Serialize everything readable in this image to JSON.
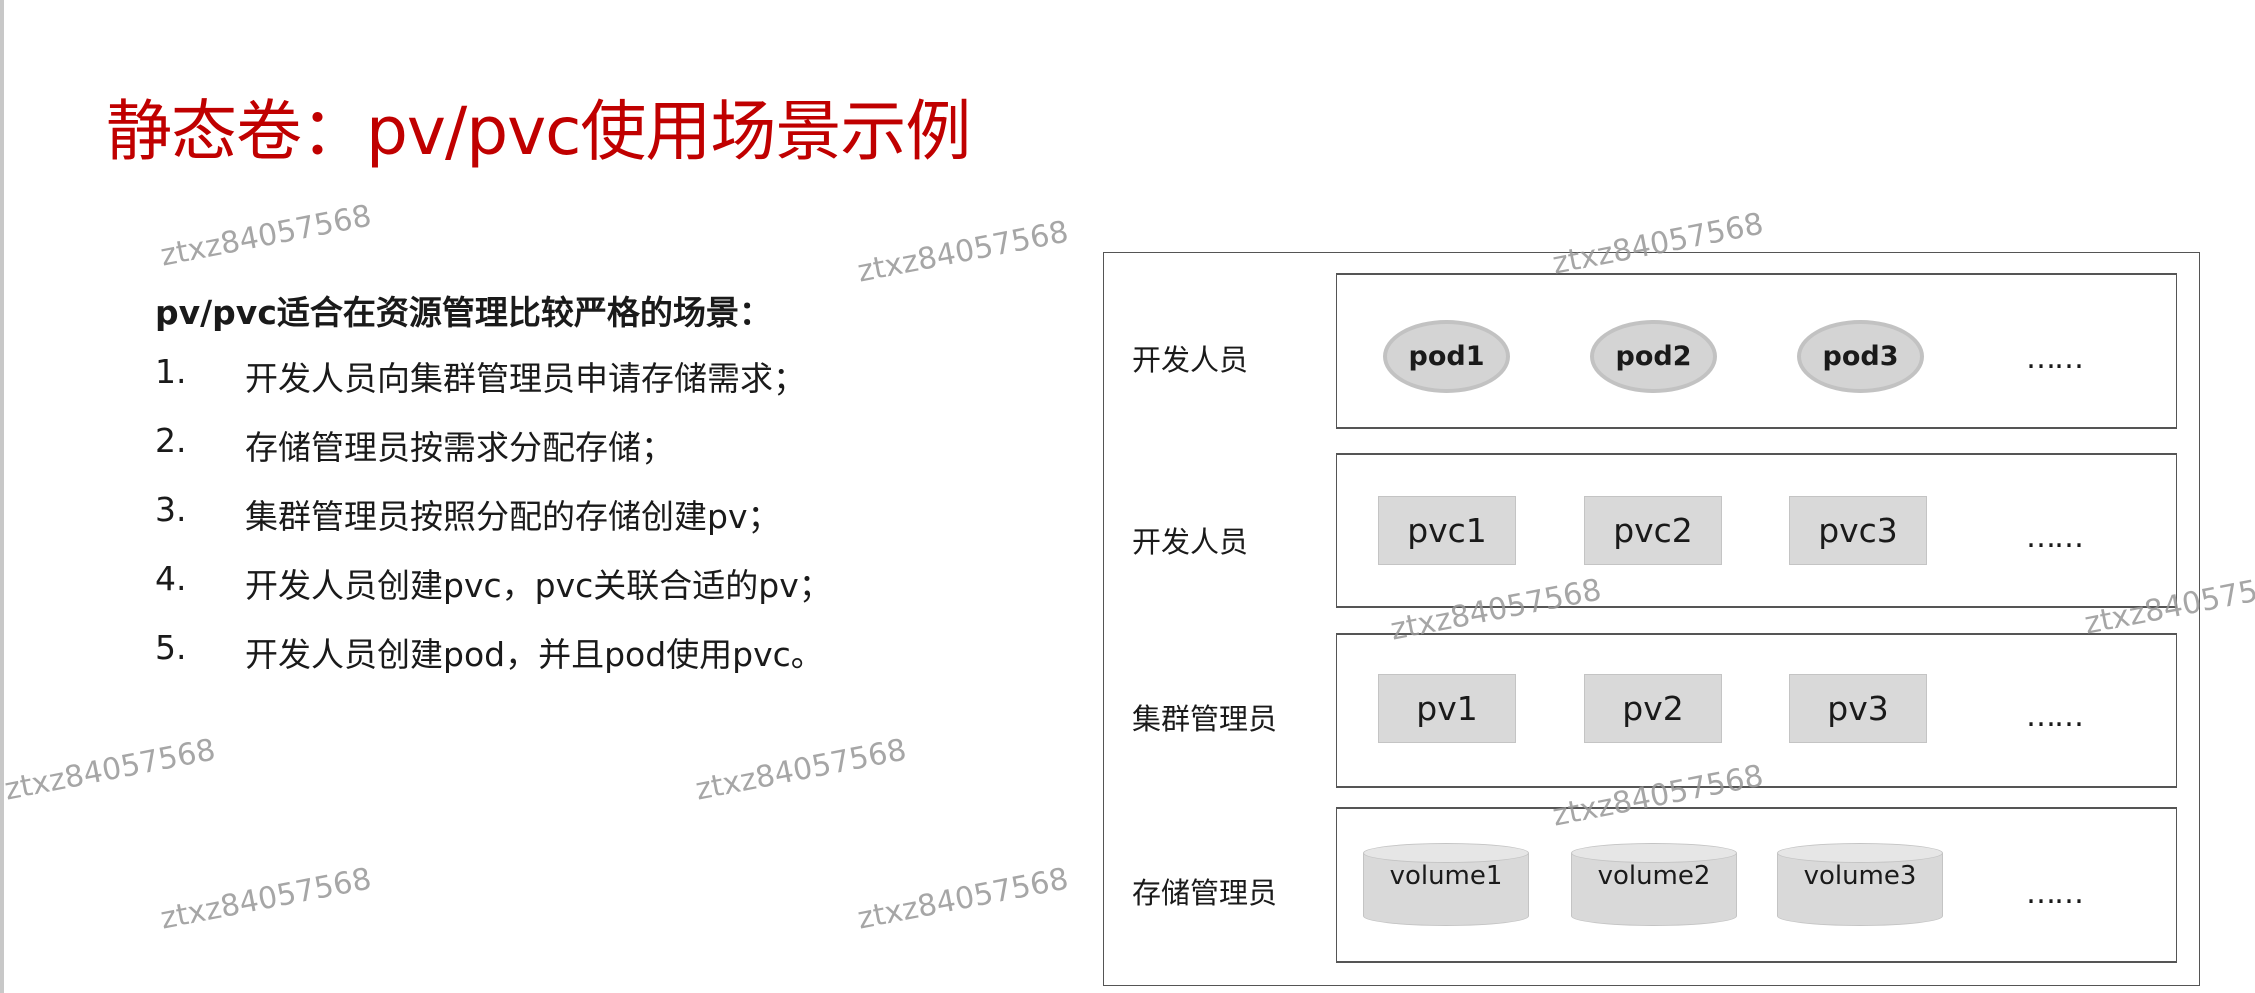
{
  "title": "静态卷：pv/pvc使用场景示例",
  "intro": {
    "heading": "pv/pvc适合在资源管理比较严格的场景：",
    "items": [
      {
        "num": "1.",
        "text": "开发人员向集群管理员申请存储需求；"
      },
      {
        "num": "2.",
        "text": "存储管理员按需求分配存储；"
      },
      {
        "num": "3.",
        "text": "集群管理员按照分配的存储创建pv；"
      },
      {
        "num": "4.",
        "text": "开发人员创建pvc，pvc关联合适的pv；"
      },
      {
        "num": "5.",
        "text": "开发人员创建pod，并且pod使用pvc。"
      }
    ]
  },
  "diagram": {
    "rows": [
      {
        "label": "开发人员",
        "items": [
          "pod1",
          "pod2",
          "pod3"
        ],
        "more": "……"
      },
      {
        "label": "开发人员",
        "items": [
          "pvc1",
          "pvc2",
          "pvc3"
        ],
        "more": "……"
      },
      {
        "label": "集群管理员",
        "items": [
          "pv1",
          "pv2",
          "pv3"
        ],
        "more": "……"
      },
      {
        "label": "存储管理员",
        "items": [
          "volume1",
          "volume2",
          "volume3"
        ],
        "more": "……"
      }
    ]
  },
  "watermark": "ztxz84057568",
  "colors": {
    "title": "#c00000",
    "shape_fill": "#d9d9d9"
  }
}
